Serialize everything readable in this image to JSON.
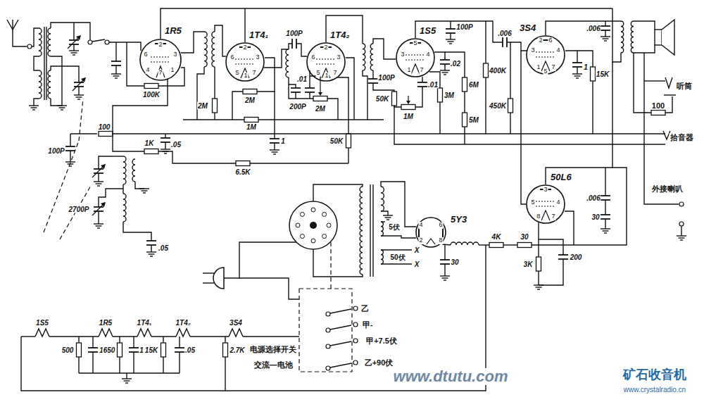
{
  "diagram": {
    "nodes": [
      {
        "text": [
          "1R5"
        ]
      },
      {
        "text": [
          "1T4₁"
        ]
      },
      {
        "text": [
          "1T4₂"
        ]
      },
      {
        "text": [
          "1S5"
        ]
      },
      {
        "text": [
          "3S4"
        ]
      },
      {
        "text": [
          "50L6"
        ]
      },
      {
        "text": [
          "5Y3"
        ]
      }
    ],
    "labels": [
      "100K",
      "100P",
      "200P",
      ".01",
      "2M",
      "2M",
      "2M",
      "1M",
      "100P",
      ".01",
      "50K",
      "1M",
      "3M",
      "6M",
      "5M",
      ".02",
      "100P",
      ".006",
      "400K",
      "450K",
      ".006",
      "1",
      "15K",
      "100",
      ".05",
      "100P",
      "1K",
      "2700P",
      ".05",
      "1",
      "50K",
      "6.5K",
      "4K",
      "30",
      "30",
      "3K",
      "200",
      ".006",
      "30",
      "5伏",
      "50伏",
      "X",
      "X",
      "乙",
      "甲-",
      "甲+7.5伏",
      "乙+90伏",
      "电源选择开关",
      "交流—电池",
      "听筒",
      "100",
      "拾音器",
      "外接喇叭",
      "1S5",
      "1R5",
      "1T4₁",
      "1T4₂",
      "3S4",
      "500",
      "1",
      "650",
      "1",
      "15K",
      ".05",
      "2.7K",
      "www.dtutu.com",
      "矿石收音机",
      "www.crystalradio.cn",
      "2",
      "6",
      "3",
      "4",
      "7",
      "1",
      "6",
      "2",
      "3",
      "5",
      "1",
      "7",
      "6",
      "2",
      "3",
      "5",
      "1",
      "7",
      "5",
      "3",
      "4",
      "1",
      "7",
      "2",
      "6",
      "3",
      "4",
      "1",
      "5",
      "7",
      "3",
      "5",
      "4",
      "8",
      "7",
      "4",
      "6",
      "2",
      "8"
    ]
  }
}
